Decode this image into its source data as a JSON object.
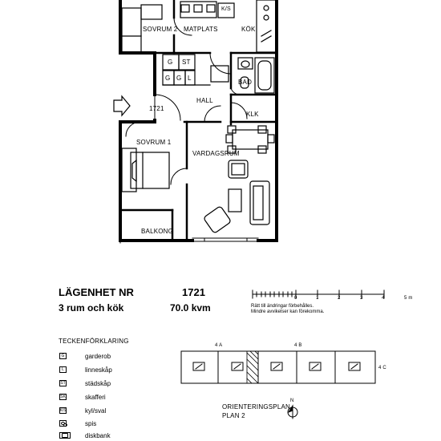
{
  "rooms": {
    "sovrum2": "SOVRUM 2",
    "matplats": "MATPLATS",
    "kok": "KÖK",
    "bad": "BAD",
    "hall": "HALL",
    "klk": "KLK",
    "sovrum1": "SOVRUM 1",
    "vardagsrum": "VARDAGSRUM",
    "balkong": "BALKONG",
    "door_number": "1721",
    "ks": "K/S",
    "g": "G",
    "st": "ST",
    "l": "L"
  },
  "info": {
    "title_label": "LÄGENHET NR",
    "apartment_number": "1721",
    "rooms_text": "3 rum och kök",
    "area_text": "70.0 kvm"
  },
  "scale": {
    "ticks": [
      "0",
      "1",
      "2",
      "3",
      "4",
      "5 m"
    ],
    "note_line1": "Rätt till ändringar förbehålles.",
    "note_line2": "Mindre avvikelser kan förekomma."
  },
  "legend": {
    "title": "TECKENFÖRKLARING",
    "items": [
      {
        "symbol": "G",
        "label": "garderob"
      },
      {
        "symbol": "L",
        "label": "linneskåp"
      },
      {
        "symbol": "ST",
        "label": "städskåp"
      },
      {
        "symbol": "SK",
        "label": "skafferi"
      },
      {
        "symbol": "K/S",
        "label": "kyl/sval"
      },
      {
        "symbol": "",
        "label": "spis"
      },
      {
        "symbol": "",
        "label": "diskbank"
      }
    ]
  },
  "orientation": {
    "label_4a": "4 A",
    "label_4b": "4 B",
    "label_4c": "4 C",
    "title_line1": "ORIENTERINGSPLAN",
    "title_line2": "PLAN 2",
    "compass": "N"
  }
}
